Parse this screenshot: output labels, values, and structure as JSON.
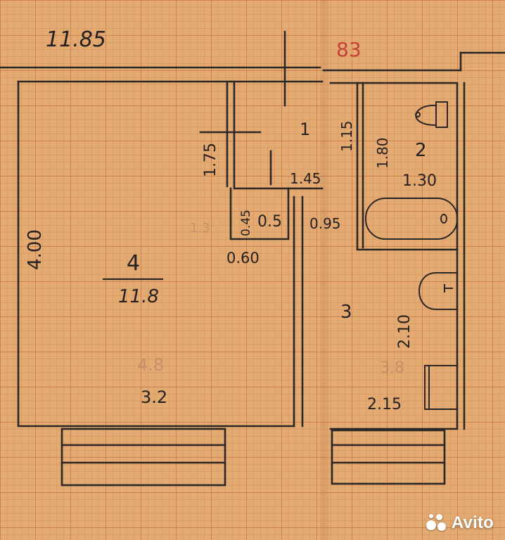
{
  "plan": {
    "top_dimension": "11.85",
    "red_number": "83",
    "room_1": {
      "number": "1",
      "dim_a": "1.75",
      "dim_b": "1.45"
    },
    "closet": {
      "dim_a": "0.45",
      "dim_b": "0.5",
      "dim_c": "0.60",
      "dim_d": "0.95"
    },
    "room_2": {
      "number": "2",
      "dim_a": "1.15",
      "dim_b": "1.80",
      "dim_c": "1.30"
    },
    "room_3": {
      "number": "3",
      "dim_a": "2.10",
      "dim_b": "2.15"
    },
    "room_4": {
      "number": "4",
      "area": "11.8",
      "dim_a": "4.00",
      "dim_b": "3.2"
    },
    "faint_marks": [
      "4.8",
      "3.8",
      "1.3"
    ]
  },
  "watermark": {
    "brand": "Avito"
  },
  "colors": {
    "paper": "#e3ab72",
    "grid": "#be5f2d",
    "ink": "#262020",
    "red_ink": "#c5413a"
  }
}
